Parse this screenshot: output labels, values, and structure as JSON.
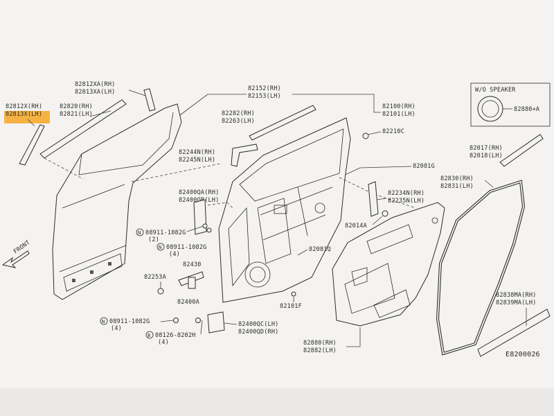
{
  "colors": {
    "screen_bg": "#e7e5e2",
    "paper": "#f4f3f1",
    "line": "#2b2b2b",
    "highlight": "#f5a623"
  },
  "labels": {
    "p82812x": "82812X(RH)",
    "p82813x": "82813X(LH)",
    "p82812xa": "82812XA(RH)",
    "p82813xa": "82813XA(LH)",
    "p82820": "82820(RH)",
    "p82821": "82821(LH)",
    "p82152": "82152(RH)",
    "p82153": "82153(LH)",
    "p82282": "82282(RH)",
    "p82263": "82263(LH)",
    "p82100": "82100(RH)",
    "p82101": "82101(LH)",
    "p82210c": "82210C",
    "p82244n": "82244N(RH)",
    "p82245n": "82245N(LH)",
    "p82081g": "82081G",
    "p82400qa": "82400QA(RH)",
    "p82400qb": "82400QB(LH)",
    "n08911_a": "08911-1082G",
    "n08911_a_qty": "(2)",
    "n08911_b": "08911-1082G",
    "n08911_b_qty": "(4)",
    "p82430": "82430",
    "p82253a": "82253A",
    "p82400a": "82400A",
    "n08911_c": "08911-1082G",
    "n08911_c_qty": "(4)",
    "b08126": "08126-8202H",
    "b08126_qty": "(4)",
    "p82400qc": "82400QC(LH)",
    "p82400qd": "82400QD(RH)",
    "p82081q": "82081Q",
    "p82101f": "82101F",
    "p82234n": "82234N(RH)",
    "p82235n": "82235N(LH)",
    "p82014a": "82014A",
    "p82880": "82880(RH)",
    "p82882": "82882(LH)",
    "p82017": "82017(RH)",
    "p82018": "82018(LH)",
    "p82830": "82830(RH)",
    "p82831": "82831(LH)",
    "p82838ma": "82838MA(RH)",
    "p82839ma": "82839MA(LH)",
    "speaker_title": "W/O SPEAKER",
    "p82880a": "82880+A",
    "front": "FRONT",
    "circle_n": "N",
    "circle_b": "B",
    "diagram_code": "E8200026"
  }
}
